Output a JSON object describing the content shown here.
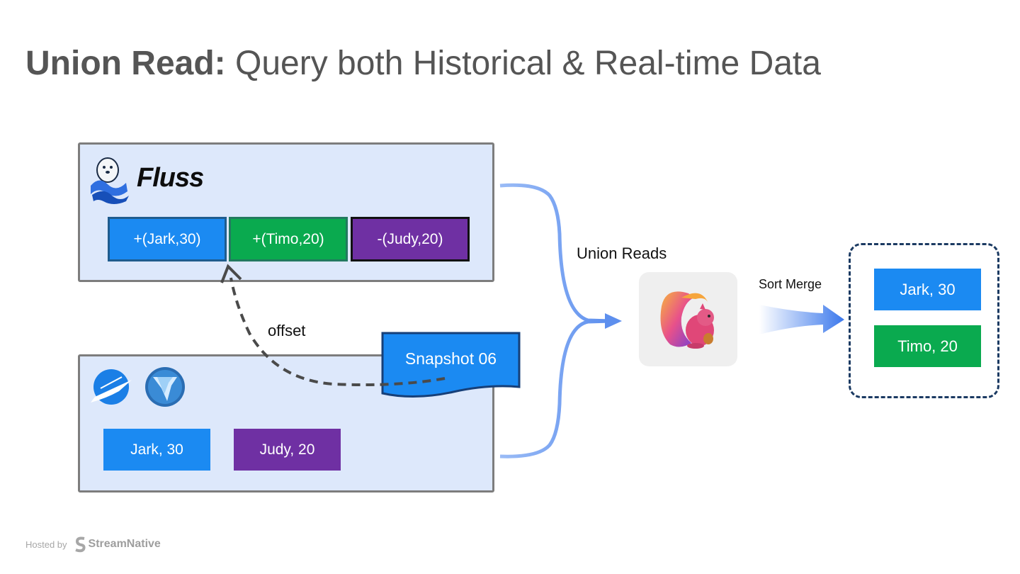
{
  "title": {
    "bold": "Union Read:",
    "rest": " Query both Historical & Real-time Data"
  },
  "fluss_panel": {
    "logo_text": "Fluss",
    "records": [
      "+(Jark,30)",
      "+(Timo,20)",
      "-(Judy,20)"
    ]
  },
  "lake_panel": {
    "records": [
      "Jark, 30",
      "Judy, 20"
    ],
    "snapshot_label": "Snapshot 06"
  },
  "labels": {
    "offset": "offset",
    "union_reads": "Union Reads",
    "sort_merge": "Sort Merge"
  },
  "result": {
    "records": [
      "Jark, 30",
      "Timo, 20"
    ]
  },
  "footer": {
    "hosted_by": "Hosted by",
    "brand": "StreamNative"
  },
  "colors": {
    "blue": "#1b8af2",
    "green": "#0aaa4f",
    "purple": "#6f30a3",
    "panel_bg": "#dde8fb",
    "arrow_blue": "#8fb4f5"
  }
}
